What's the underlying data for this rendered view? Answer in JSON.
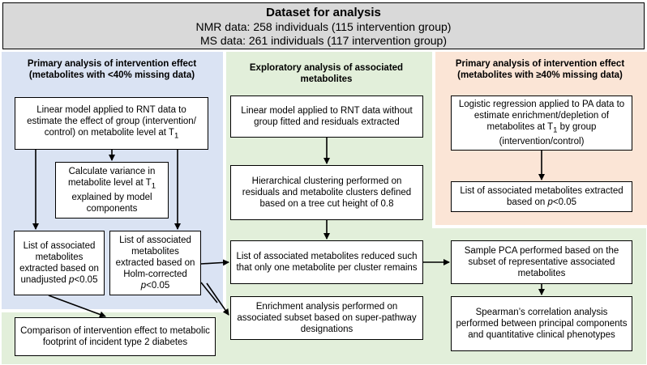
{
  "title": "Dataset for analysis",
  "nmr_line": "NMR data: 258 individuals (115 intervention group)",
  "ms_line": "MS data: 261 individuals (117 intervention group)",
  "colors": {
    "blue_panel": "#dae3f3",
    "green_panel": "#e2efda",
    "orange_panel": "#fbe5d6",
    "top_box": "#d9d9d9"
  },
  "left": {
    "header_line1": "Primary analysis of intervention effect",
    "header_line2": "(metabolites with <40% missing data)",
    "linear_model_pre": "Linear model applied to RNT data to estimate the effect of group (intervention/ control) on metabolite level at T",
    "linear_model_sub": "1",
    "variance_line1": "Calculate variance in metabolite level at",
    "variance_T": "T",
    "variance_sub": "1",
    "variance_line2": " explained by model components",
    "unadjusted_pre": "List of associated metabolites extracted based on unadjusted ",
    "unadjusted_p": "p",
    "unadjusted_post": "<0.05",
    "holm_pre": "List of associated metabolites extracted based on Holm-corrected ",
    "holm_p": "p",
    "holm_post": "<0.05"
  },
  "comparison": "Comparison of intervention effect to metabolic footprint of incident type 2 diabetes",
  "middle": {
    "header_line1": "Exploratory analysis of associated",
    "header_line2": "metabolites",
    "linear_model": "Linear model applied to RNT data without group fitted and residuals extracted",
    "clustering": "Hierarchical clustering performed on residuals and metabolite clusters defined based on a tree cut height of 0.8",
    "reduced": "List of associated metabolites reduced such that only one metabolite per cluster remains",
    "enrichment": "Enrichment analysis performed on associated subset based on super-pathway designations"
  },
  "right": {
    "header_line1": "Primary analysis of intervention effect",
    "header_line2": "(metabolites with ≥40% missing data)",
    "logistic_pre": "Logistic regression applied to PA data to estimate enrichment/depletion of metabolites at T",
    "logistic_sub": "1",
    "logistic_post": " by group (intervention/control)",
    "list_pre": "List of associated metabolites extracted based on ",
    "list_p": "p",
    "list_post": "<0.05",
    "pca": "Sample PCA performed based on the subset of representative associated metabolites",
    "spearman": "Spearman’s correlation analysis performed between principal components and quantitative clinical phenotypes"
  }
}
